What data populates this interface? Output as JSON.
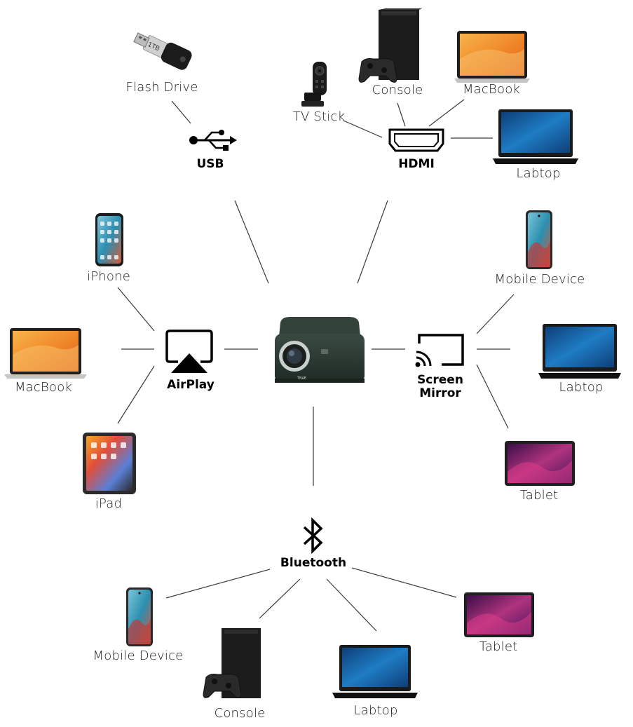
{
  "colors": {
    "line": "#3a3a3a",
    "screen_blue": "#1d6fb8",
    "screen_orange": "#f29a2e",
    "screen_purple": "#8a2a7e",
    "projector": "#2d3b35"
  },
  "hubs": {
    "usb": "USB",
    "hdmi": "HDMI",
    "airplay": "AirPlay",
    "screen_mirror": [
      "Screen",
      "Mirror"
    ],
    "bluetooth": "Bluetooth"
  },
  "usb_devices": {
    "flash_drive": "Flash Drive",
    "flash_drive_capacity": "1TB"
  },
  "hdmi_devices": {
    "tv_stick": "TV Stick",
    "console": "Console",
    "macbook": "MacBook",
    "labtop": "Labtop"
  },
  "airplay_devices": {
    "iphone": "iPhone",
    "macbook": "MacBook",
    "ipad": "iPad"
  },
  "mirror_devices": {
    "mobile": "Mobile Device",
    "labtop": "Labtop",
    "tablet": "Tablet"
  },
  "bluetooth_devices": {
    "mobile": "Mobile Device",
    "console": "Console",
    "labtop": "Labtop",
    "tablet": "Tablet"
  },
  "projector_brand": "TBAE"
}
